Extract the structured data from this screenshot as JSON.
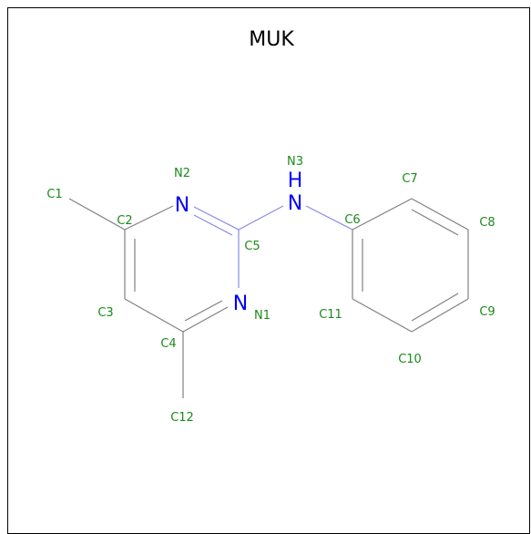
{
  "title": "MUK",
  "colors": {
    "bond": "#808080",
    "nitrogen": "#0000ff",
    "label": "#1a8a1a",
    "title": "#000000"
  },
  "heteroatoms": [
    {
      "id": "N2",
      "symbol": "N"
    },
    {
      "id": "N1",
      "symbol": "N"
    },
    {
      "id": "N3",
      "symbol": "N",
      "hydrogen": "H"
    }
  ],
  "atom_labels": [
    "C1",
    "C2",
    "N2",
    "C5",
    "N3",
    "C6",
    "C7",
    "C8",
    "C9",
    "C10",
    "C11",
    "N1",
    "C3",
    "C4",
    "C12"
  ]
}
